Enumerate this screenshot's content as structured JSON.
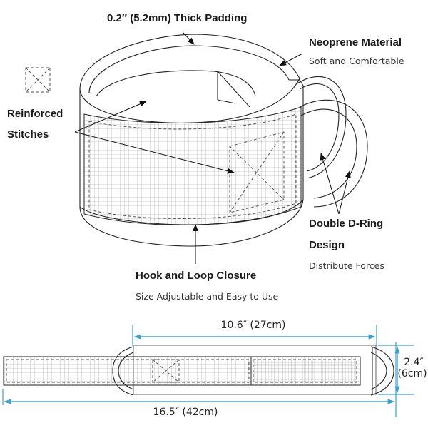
{
  "labels": {
    "padding": "0.2″ (5.2mm) Thick Padding",
    "material_title": "Neoprene Material",
    "material_sub": "Soft and Comfortable",
    "stitches_line1": "Reinforced",
    "stitches_line2": "Stitches",
    "dring_line1": "Double D-Ring",
    "dring_line2": "Design",
    "dring_sub": "Distribute Forces",
    "closure_title": "Hook and Loop Closure",
    "closure_sub": "Size Adjustable and Easy to Use"
  },
  "dimensions": {
    "inner_length": "10.6″ (27cm)",
    "width_in": "2.4″",
    "width_cm": "(6cm)",
    "total_length": "16.5″ (42cm)"
  },
  "colors": {
    "dimension_line": "#3aa0d0",
    "outline": "#222222"
  }
}
